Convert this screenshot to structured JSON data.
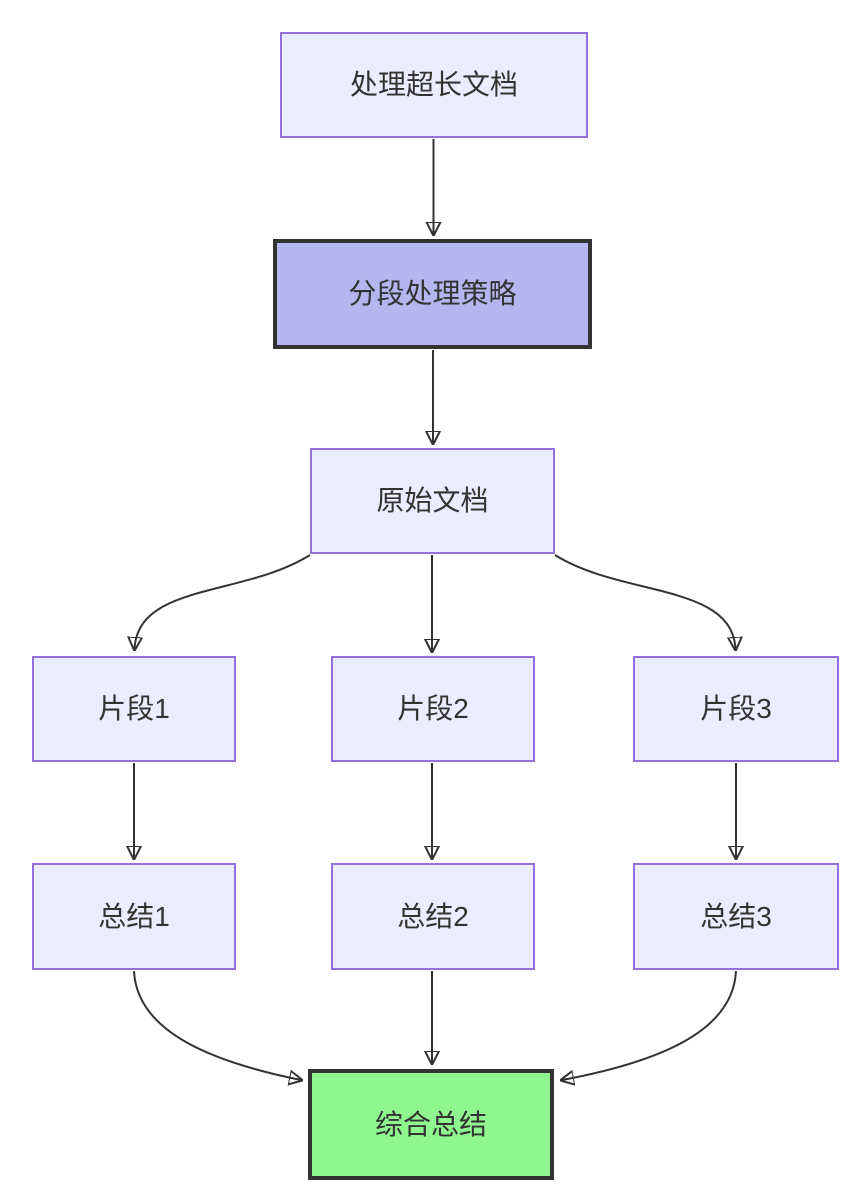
{
  "diagram": {
    "type": "flowchart",
    "direction": "top-down",
    "nodes": {
      "process_long_doc": {
        "label": "处理超长文档",
        "style": "default"
      },
      "strategy": {
        "label": "分段处理策略",
        "style": "emphasis-purple"
      },
      "original_doc": {
        "label": "原始文档",
        "style": "default"
      },
      "fragment_1": {
        "label": "片段1",
        "style": "default"
      },
      "fragment_2": {
        "label": "片段2",
        "style": "default"
      },
      "fragment_3": {
        "label": "片段3",
        "style": "default"
      },
      "summary_1": {
        "label": "总结1",
        "style": "default"
      },
      "summary_2": {
        "label": "总结2",
        "style": "default"
      },
      "summary_3": {
        "label": "总结3",
        "style": "default"
      },
      "final_summary": {
        "label": "综合总结",
        "style": "emphasis-green"
      }
    },
    "edges": [
      {
        "from": "process_long_doc",
        "to": "strategy",
        "shape": "straight-arrow"
      },
      {
        "from": "strategy",
        "to": "original_doc",
        "shape": "straight-arrow"
      },
      {
        "from": "original_doc",
        "to": "fragment_1",
        "shape": "curved-arrow"
      },
      {
        "from": "original_doc",
        "to": "fragment_2",
        "shape": "straight-arrow"
      },
      {
        "from": "original_doc",
        "to": "fragment_3",
        "shape": "curved-arrow"
      },
      {
        "from": "fragment_1",
        "to": "summary_1",
        "shape": "straight-arrow"
      },
      {
        "from": "fragment_2",
        "to": "summary_2",
        "shape": "straight-arrow"
      },
      {
        "from": "fragment_3",
        "to": "summary_3",
        "shape": "straight-arrow"
      },
      {
        "from": "summary_1",
        "to": "final_summary",
        "shape": "curved-arrow"
      },
      {
        "from": "summary_2",
        "to": "final_summary",
        "shape": "straight-arrow"
      },
      {
        "from": "summary_3",
        "to": "final_summary",
        "shape": "curved-arrow"
      }
    ],
    "colors": {
      "node_fill": "#ECECFF",
      "node_border": "#9370DB",
      "emphasis_fill": "#B5B5F0",
      "emphasis_border": "#333333",
      "success_fill": "#90F690",
      "success_border": "#333333",
      "edge": "#333333",
      "text": "#333333",
      "background": "#FFFFFF"
    }
  }
}
